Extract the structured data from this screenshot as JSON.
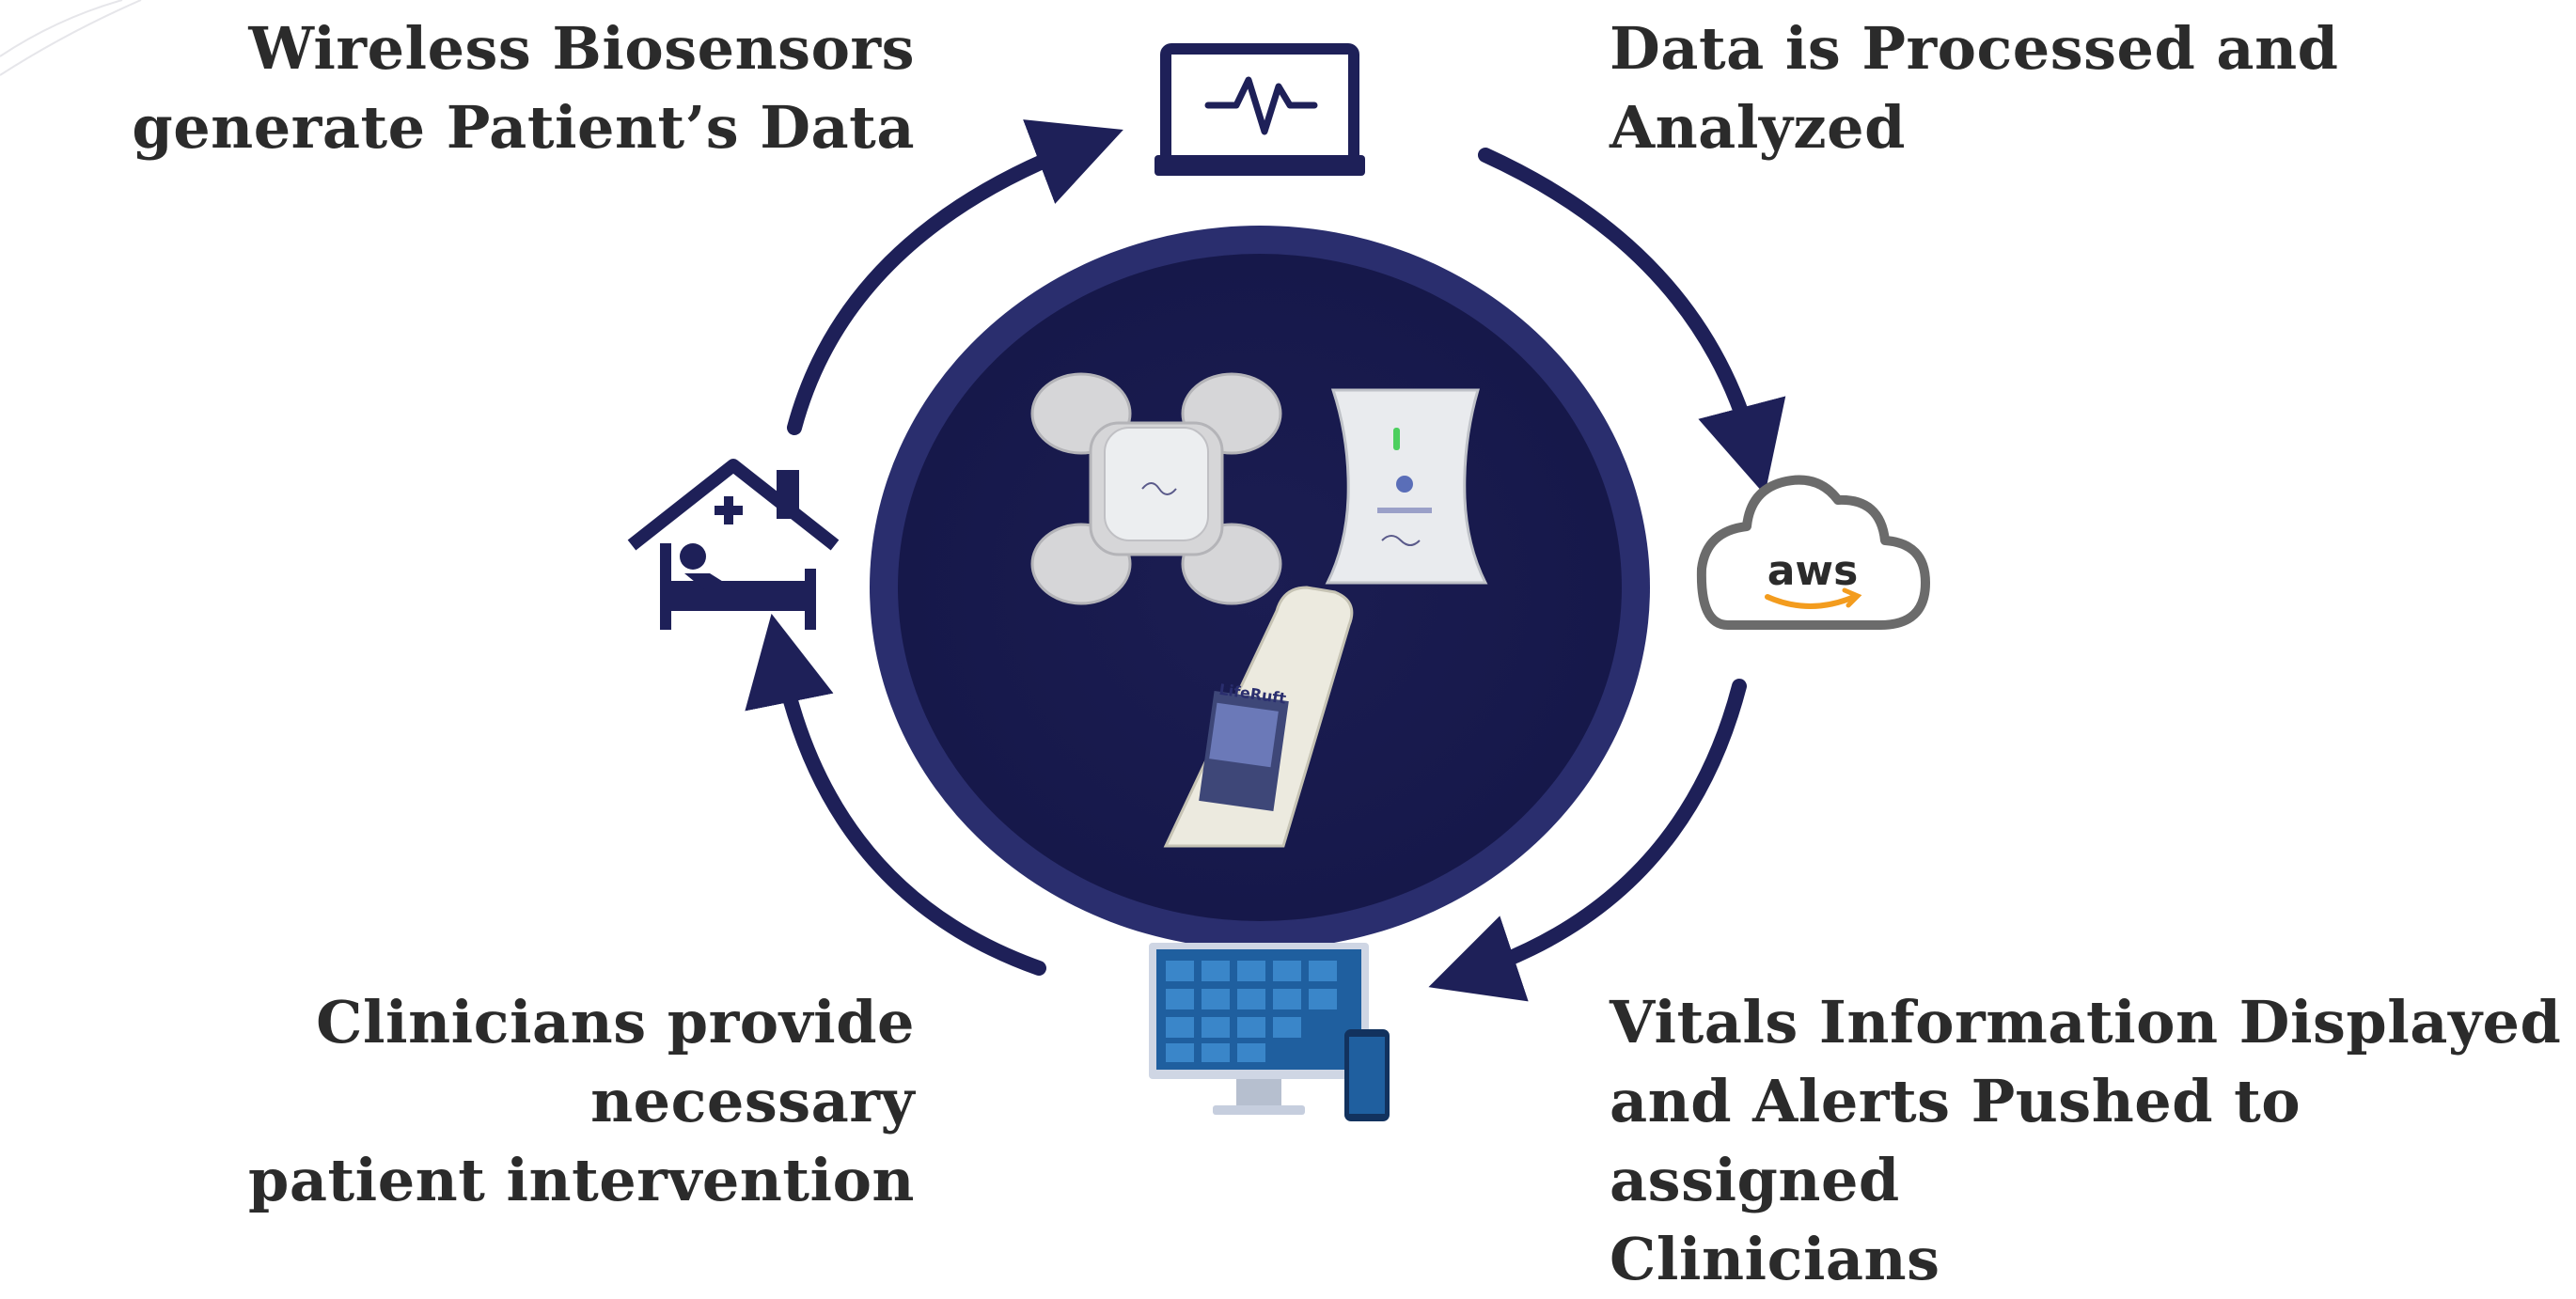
{
  "captions": {
    "top_left": "Wireless Biosensors\ngenerate Patient’s Data",
    "top_right": "Data is Processed and\nAnalyzed",
    "bottom_left": "Clinicians provide necessary\npatient intervention",
    "bottom_right": "Vitals Information Displayed\nand Alerts Pushed to assigned\nClinicians"
  },
  "cloud_label": "aws",
  "device_brand": "LifeRuft",
  "icons": {
    "monitor": "monitor-heartbeat-icon",
    "cloud": "aws-cloud-icon",
    "dashboard": "dashboard-devices-icon",
    "hospital": "hospital-bed-icon"
  },
  "colors": {
    "navy": "#1e2058",
    "navy_ring": "#2a2e6e",
    "caption_text": "#2b2b2b",
    "aws_orange": "#f39c1e",
    "cloud_outline": "#6b6b6b"
  }
}
